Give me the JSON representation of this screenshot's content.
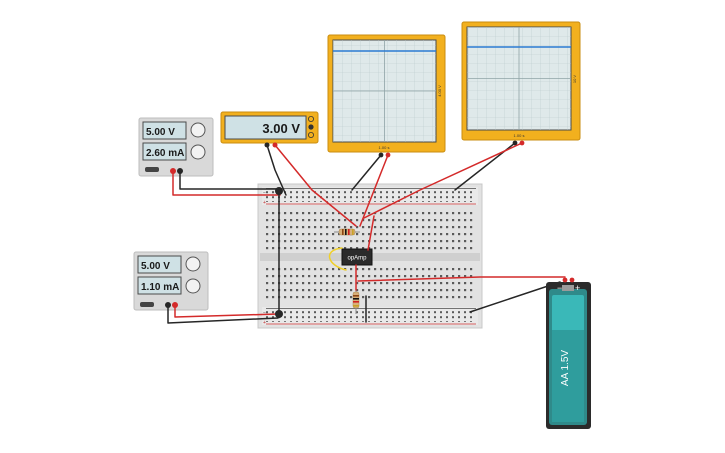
{
  "power_supply_1": {
    "voltage": "5.00 V",
    "current": "2.60 mA"
  },
  "power_supply_2": {
    "voltage": "5.00 V",
    "current": "1.10 mA"
  },
  "multimeter": {
    "reading": "3.00 V"
  },
  "oscilloscope_1": {
    "time_label": "1.00 s",
    "volt_label": "4.00 V"
  },
  "oscilloscope_2": {
    "time_label": "1.00 s",
    "volt_label": "10 V"
  },
  "opamp": {
    "label": "opAmp"
  },
  "battery": {
    "label": "AA 1.5V",
    "minus": "−",
    "plus": "+"
  },
  "colors": {
    "device_yellow": "#f2b01e",
    "lcd_bg": "#cfe1e5",
    "scope_trace": "#2b7bd2",
    "battery_body": "#3ab8b8",
    "wire_red": "#d42a2a",
    "wire_black": "#262626",
    "wire_yellow": "#f0d02a"
  }
}
